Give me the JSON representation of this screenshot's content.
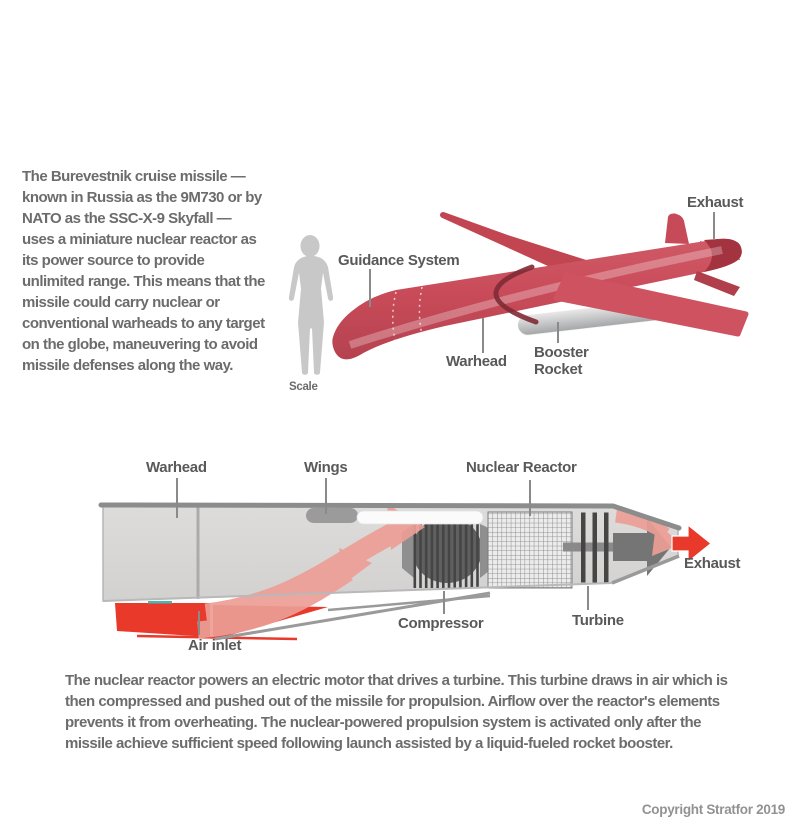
{
  "intro": {
    "text": "The Burevestnik cruise missile — known in Russia as the 9M730 or by NATO as the SSC-X-9 Skyfall — uses a miniature nuclear reactor as its power source to provide unlimited range. This means that the missile could carry nuclear or conventional warheads to any target on the globe, maneuvering to avoid missile defenses along the way."
  },
  "scale_label": "Scale",
  "illustration": {
    "labels": {
      "guidance_system": "Guidance System",
      "warhead": "Warhead",
      "booster_rocket": "Booster Rocket",
      "exhaust": "Exhaust"
    }
  },
  "cutaway": {
    "labels": {
      "warhead": "Warhead",
      "wings": "Wings",
      "nuclear_reactor": "Nuclear Reactor",
      "exhaust": "Exhaust",
      "compressor": "Compressor",
      "turbine": "Turbine",
      "air_inlet": "Air inlet"
    }
  },
  "description": {
    "text": "The nuclear reactor powers an electric motor that drives a turbine. This turbine draws in air which is then compressed and pushed out of the missile for propulsion. Airflow over the reactor's elements prevents it from overheating. The nuclear-powered propulsion system is activated only after the missile achieve sufficient speed following launch assisted by a liquid-fueled rocket booster."
  },
  "footer": {
    "copyright": "Copyright Stratfor 2019"
  },
  "colors": {
    "missile_red": "#c94b59",
    "bright_red": "#e8392b",
    "flow_pink": "#ec9e96",
    "body_gray": "#d9d8d7",
    "label_gray": "#595959",
    "text_gray": "#6c6c6c",
    "silhouette_gray": "#c8c8c8",
    "teal_accent": "#4ab7b2"
  }
}
